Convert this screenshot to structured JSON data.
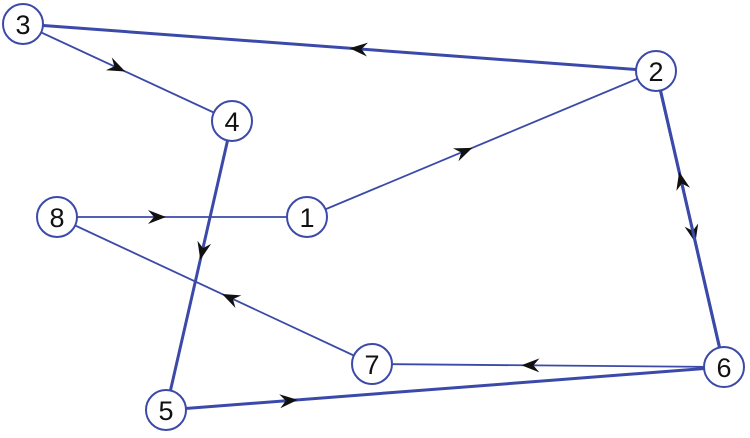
{
  "colors": {
    "edge": "#3b4aa8",
    "arrow": "#111111",
    "node_border": "#3b4aa8",
    "node_fill": "#ffffff",
    "text": "#111111"
  },
  "nodes": [
    {
      "id": "1",
      "label": "1"
    },
    {
      "id": "2",
      "label": "2"
    },
    {
      "id": "3",
      "label": "3"
    },
    {
      "id": "4",
      "label": "4"
    },
    {
      "id": "5",
      "label": "5"
    },
    {
      "id": "6",
      "label": "6"
    },
    {
      "id": "7",
      "label": "7"
    },
    {
      "id": "8",
      "label": "8"
    }
  ],
  "edges": [
    {
      "from": "8",
      "to": "1"
    },
    {
      "from": "1",
      "to": "2"
    },
    {
      "from": "2",
      "to": "3"
    },
    {
      "from": "3",
      "to": "4"
    },
    {
      "from": "4",
      "to": "5"
    },
    {
      "from": "5",
      "to": "6"
    },
    {
      "from": "6",
      "to": "7"
    },
    {
      "from": "7",
      "to": "8"
    },
    {
      "from": "2",
      "to": "6"
    },
    {
      "from": "6",
      "to": "2"
    }
  ]
}
